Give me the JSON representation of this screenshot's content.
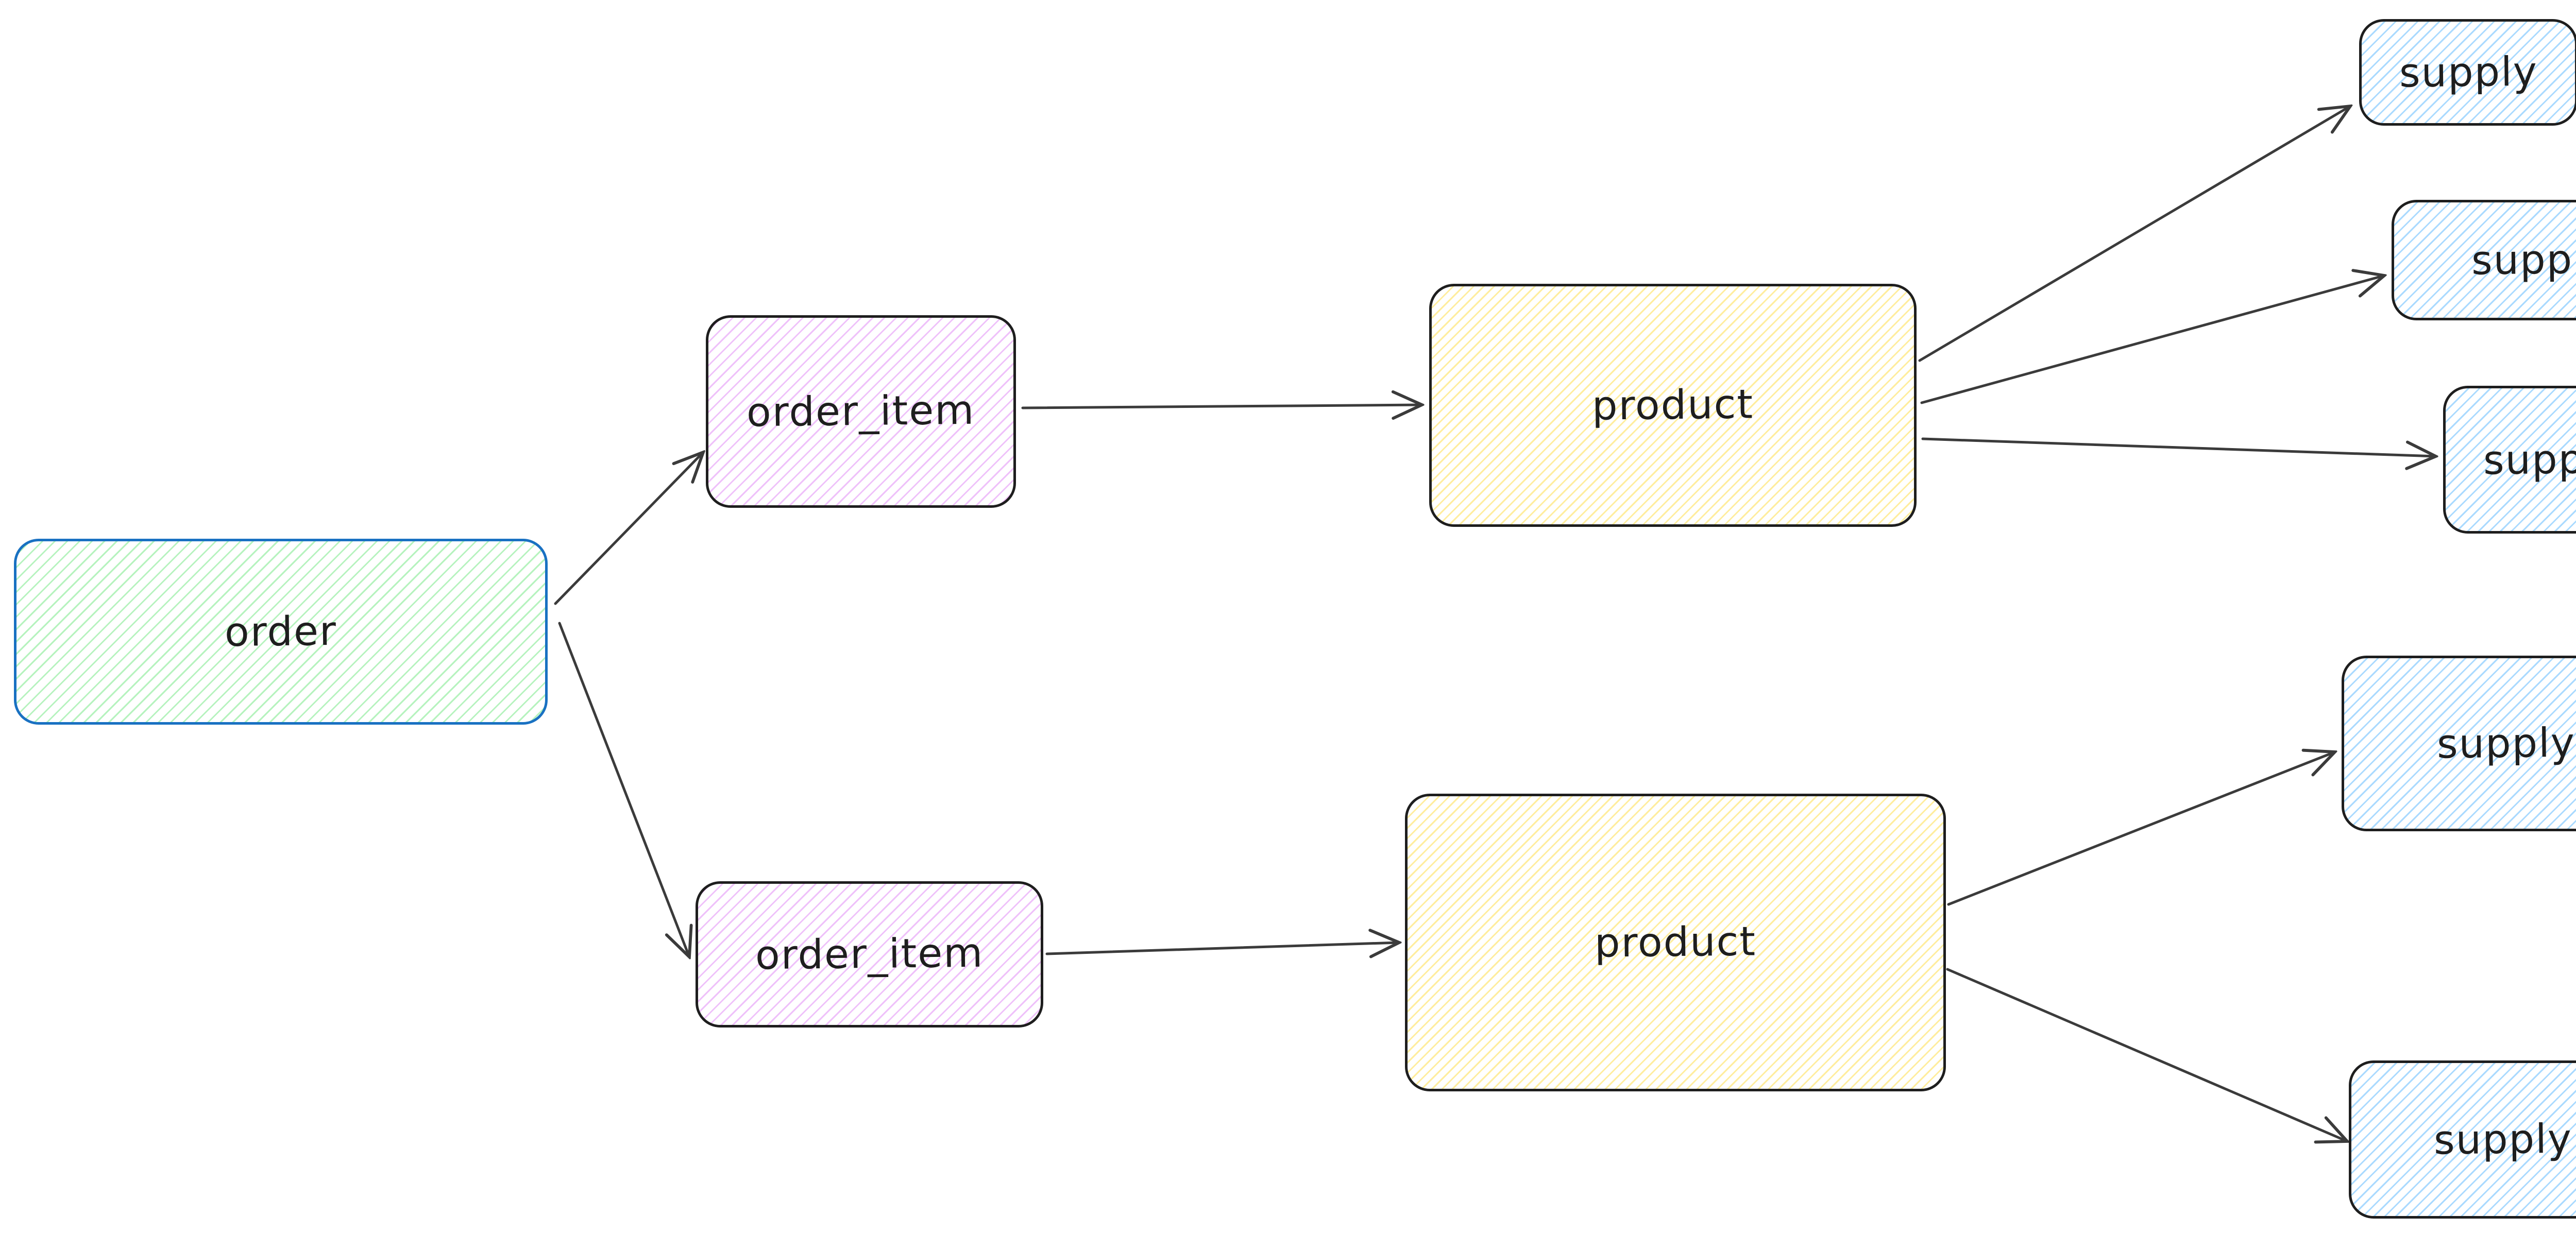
{
  "diagram": {
    "background": "#ffffff",
    "palette": {
      "default_stroke": "#1e1e1e",
      "arrow_stroke": "#3b3b3b",
      "order_border": "#1971c2",
      "order_fill": "#b2f2bb",
      "order_item_fill": "#eebefa",
      "product_fill": "#ffec99",
      "supply_fill": "#a5d8ff"
    },
    "nodes": [
      {
        "id": "order",
        "label": "order",
        "fill": "green"
      },
      {
        "id": "order_item_top",
        "label": "order_item",
        "fill": "violet"
      },
      {
        "id": "order_item_bottom",
        "label": "order_item",
        "fill": "violet"
      },
      {
        "id": "product_top",
        "label": "product",
        "fill": "yellow"
      },
      {
        "id": "product_bottom",
        "label": "product",
        "fill": "yellow"
      },
      {
        "id": "supply_1",
        "label": "supply",
        "fill": "blue"
      },
      {
        "id": "supply_2",
        "label": "supply",
        "fill": "blue"
      },
      {
        "id": "supply_3",
        "label": "supply",
        "fill": "blue"
      },
      {
        "id": "supply_4",
        "label": "supply",
        "fill": "blue"
      },
      {
        "id": "supply_5",
        "label": "supply",
        "fill": "blue"
      }
    ],
    "edges": [
      {
        "from": "order",
        "to": "order_item_top"
      },
      {
        "from": "order",
        "to": "order_item_bottom"
      },
      {
        "from": "order_item_top",
        "to": "product_top"
      },
      {
        "from": "order_item_bottom",
        "to": "product_bottom"
      },
      {
        "from": "product_top",
        "to": "supply_1"
      },
      {
        "from": "product_top",
        "to": "supply_2"
      },
      {
        "from": "product_top",
        "to": "supply_3"
      },
      {
        "from": "product_bottom",
        "to": "supply_4"
      },
      {
        "from": "product_bottom",
        "to": "supply_5"
      }
    ]
  }
}
